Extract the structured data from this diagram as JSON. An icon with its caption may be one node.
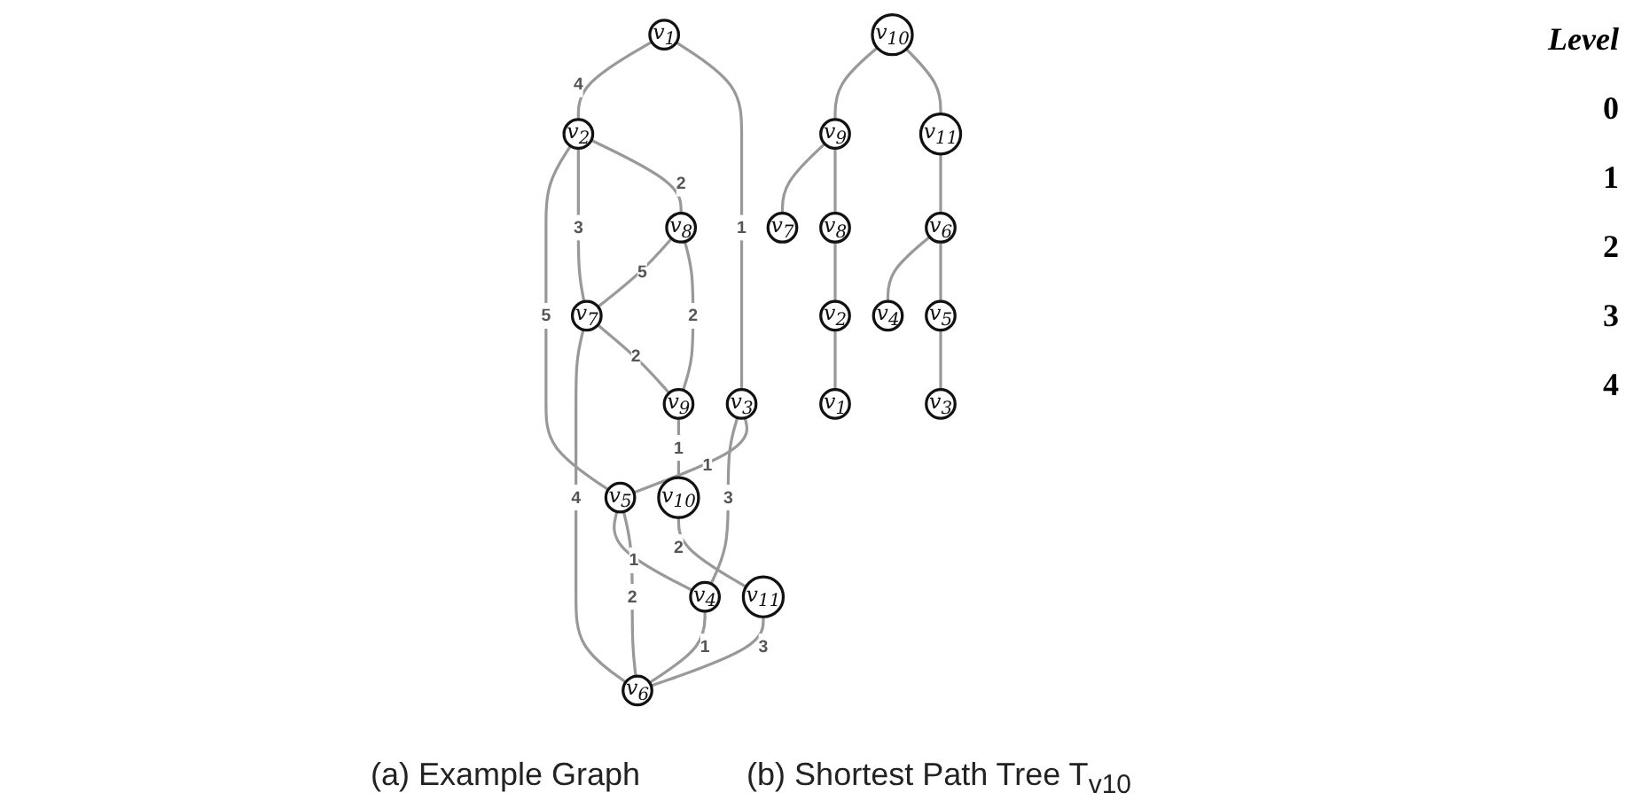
{
  "diagram": {
    "nodes": [
      {
        "text": [
          "v$_{1}$"
        ]
      },
      {
        "text": [
          "v$_{2}$"
        ]
      },
      {
        "text": [
          "v$_{3}$"
        ]
      },
      {
        "text": [
          "v$_{4}$"
        ]
      },
      {
        "text": [
          "v$_{5}$"
        ]
      },
      {
        "text": [
          "v$_{6}$"
        ]
      },
      {
        "text": [
          "v$_{7}$"
        ]
      },
      {
        "text": [
          "v$_{8}$"
        ]
      },
      {
        "text": [
          "v$_{9}$"
        ]
      },
      {
        "text": [
          "v$_{10}$"
        ]
      },
      {
        "text": [
          "v$_{11}$"
        ]
      },
      {
        "text": [
          "v$_{10}$"
        ]
      },
      {
        "text": [
          "v$_{9}$"
        ]
      },
      {
        "text": [
          "v$_{11}$"
        ]
      },
      {
        "text": [
          "v$_{7}$"
        ]
      },
      {
        "text": [
          "v$_{8}$"
        ]
      },
      {
        "text": [
          "v$_{6}$"
        ]
      },
      {
        "text": [
          "v$_{2}$"
        ]
      },
      {
        "text": [
          "v$_{4}$"
        ]
      },
      {
        "text": [
          "v$_{5}$"
        ]
      },
      {
        "text": [
          "v$_{1}$"
        ]
      },
      {
        "text": [
          "v$_{3}$"
        ]
      }
    ],
    "edges": [
      {
        "from": 0,
        "to": 1,
        "arrow": "none",
        "label": "4"
      },
      {
        "from": 0,
        "to": 2,
        "arrow": "none",
        "label": "1"
      },
      {
        "from": 2,
        "to": 3,
        "arrow": "none",
        "label": "3"
      },
      {
        "from": 2,
        "to": 4,
        "arrow": "none",
        "label": "1"
      },
      {
        "from": 1,
        "to": 4,
        "arrow": "none",
        "label": "5"
      },
      {
        "from": 4,
        "to": 3,
        "arrow": "none",
        "label": "1"
      },
      {
        "from": 1,
        "to": 6,
        "arrow": "none",
        "label": "3"
      },
      {
        "from": 1,
        "to": 7,
        "arrow": "none",
        "label": "2"
      },
      {
        "from": 7,
        "to": 6,
        "arrow": "none",
        "label": "5"
      },
      {
        "from": 6,
        "to": 5,
        "arrow": "none",
        "label": "4"
      },
      {
        "from": 4,
        "to": 5,
        "arrow": "none",
        "label": "2"
      },
      {
        "from": 3,
        "to": 5,
        "arrow": "none",
        "label": "1"
      },
      {
        "from": 6,
        "to": 8,
        "arrow": "none",
        "label": "2"
      },
      {
        "from": 7,
        "to": 8,
        "arrow": "none",
        "label": "2"
      },
      {
        "from": 8,
        "to": 9,
        "arrow": "none",
        "label": "1"
      },
      {
        "from": 9,
        "to": 10,
        "arrow": "none",
        "label": "2"
      },
      {
        "from": 10,
        "to": 5,
        "arrow": "none",
        "label": "3"
      },
      {
        "from": 11,
        "to": 12,
        "arrow": "none"
      },
      {
        "from": 11,
        "to": 13,
        "arrow": "none"
      },
      {
        "from": 12,
        "to": 14,
        "arrow": "none"
      },
      {
        "from": 12,
        "to": 15,
        "arrow": "none"
      },
      {
        "from": 13,
        "to": 16,
        "arrow": "none"
      },
      {
        "from": 15,
        "to": 17,
        "arrow": "none"
      },
      {
        "from": 16,
        "to": 18,
        "arrow": "none"
      },
      {
        "from": 16,
        "to": 19,
        "arrow": "none"
      },
      {
        "from": 17,
        "to": 20,
        "arrow": "none"
      },
      {
        "from": 19,
        "to": 21,
        "arrow": "none"
      }
    ],
    "labels": [
      "Level",
      "0",
      "1",
      "2",
      "3",
      "4",
      "(a) Example Graph",
      "(b) Shortest Path Tree T$_{v10}$"
    ]
  }
}
